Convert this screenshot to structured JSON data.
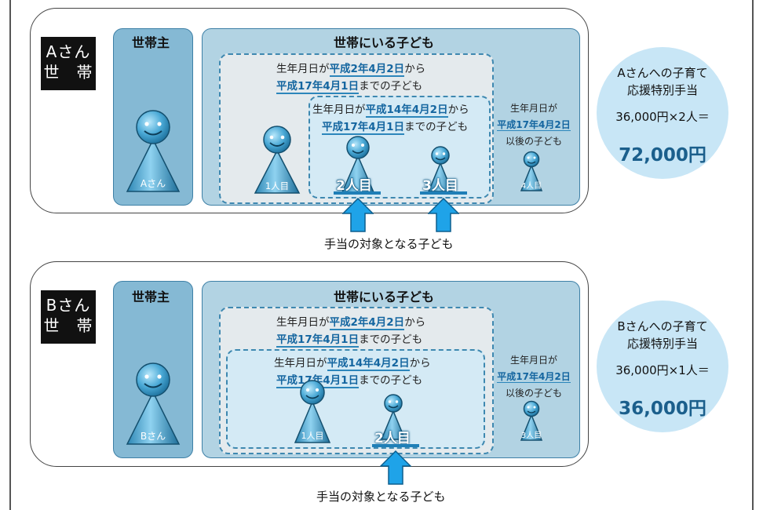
{
  "colors": {
    "head_box": "#85b9d4",
    "kids_box": "#b2d3e3",
    "dashed_border": "#3e88b0",
    "highlight_text": "#1566a0",
    "arrow": "#1fa3e8",
    "result_circle": "#c8e6f6"
  },
  "icons": {
    "person": "person-figure-icon",
    "arrow": "up-arrow-icon"
  },
  "panel_a": {
    "tag_line1": "Aさん",
    "tag_line2": "世　帯",
    "head_title": "世帯主",
    "head_person_label": "Aさん",
    "kids_title": "世帯にいる子ども",
    "outer_prefix": "生年月日が",
    "outer_date_from": "平成2年4月2日",
    "outer_mid": "から",
    "outer_date_to": "平成17年4月1日",
    "outer_suffix": "までの子ども",
    "inner_prefix": "生年月日が",
    "inner_date_from": "平成14年4月2日",
    "inner_mid": "から",
    "inner_date_to": "平成17年4月1日",
    "inner_suffix": "までの子ども",
    "after_line1": "生年月日が",
    "after_date": "平成17年4月2日",
    "after_line3": "以後の子ども",
    "child1": "1人目",
    "child2": "2人目",
    "child3": "3人目",
    "child4": "4人目",
    "arrow_caption": "手当の対象となる子ども",
    "result_line1": "Aさんへの子育て",
    "result_line2": "応援特別手当",
    "result_formula": "36,000円×2人＝",
    "result_amount": "72,000円"
  },
  "panel_b": {
    "tag_line1": "Bさん",
    "tag_line2": "世　帯",
    "head_title": "世帯主",
    "head_person_label": "Bさん",
    "kids_title": "世帯にいる子ども",
    "outer_prefix": "生年月日が",
    "outer_date_from": "平成2年4月2日",
    "outer_mid": "から",
    "outer_date_to": "平成17年4月1日",
    "outer_suffix": "までの子ども",
    "inner_prefix": "生年月日が",
    "inner_date_from": "平成14年4月2日",
    "inner_mid": "から",
    "inner_date_to": "平成17年4月1日",
    "inner_suffix": "までの子ども",
    "after_line1": "生年月日が",
    "after_date": "平成17年4月2日",
    "after_line3": "以後の子ども",
    "child1": "1人目",
    "child2": "2人目",
    "child3": "3人目",
    "arrow_caption": "手当の対象となる子ども",
    "result_line1": "Bさんへの子育て",
    "result_line2": "応援特別手当",
    "result_formula": "36,000円×1人＝",
    "result_amount": "36,000円"
  }
}
